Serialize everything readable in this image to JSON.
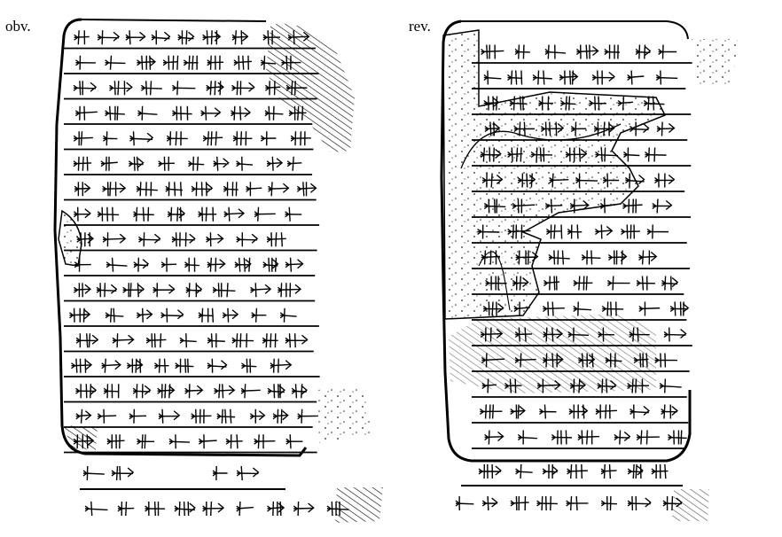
{
  "labels": {
    "obverse": "obv.",
    "reverse": "rev."
  },
  "tablet": {
    "obverse": {
      "full_rows": 17,
      "edge_rows": 2
    },
    "reverse": {
      "full_rows": 16,
      "edge_rows": 2,
      "damaged": true
    }
  }
}
